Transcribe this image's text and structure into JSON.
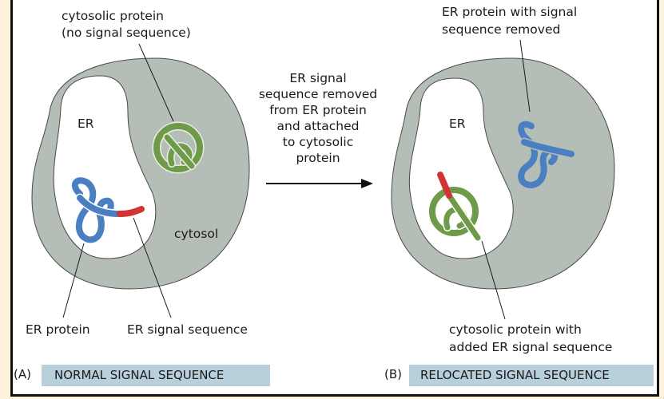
{
  "colors": {
    "page_background": "#fdf3dc",
    "cytosol": "#b4bdb6",
    "er_lumen": "#ffffff",
    "er_protein": "#4a7fc1",
    "signal_sequence": "#d03434",
    "cytosolic_protein": "#6f9a4a",
    "banner": "#b8cfdc"
  },
  "panel_a": {
    "tag": "(A)",
    "banner": "NORMAL SIGNAL SEQUENCE",
    "er_label": "ER",
    "cytosol_label": "cytosol",
    "cytosolic_protein_label": [
      "cytosolic protein",
      "(no signal sequence)"
    ],
    "er_protein_label": "ER protein",
    "signal_sequence_label": "ER signal sequence"
  },
  "arrow_caption": [
    "ER signal",
    "sequence removed",
    "from ER protein",
    "and attached",
    "to cytosolic",
    "protein"
  ],
  "panel_b": {
    "tag": "(B)",
    "banner": "RELOCATED SIGNAL SEQUENCE",
    "er_label": "ER",
    "er_protein_label": [
      "ER protein with signal",
      "sequence removed"
    ],
    "cytosolic_protein_label": [
      "cytosolic protein with",
      "added ER signal sequence"
    ]
  }
}
